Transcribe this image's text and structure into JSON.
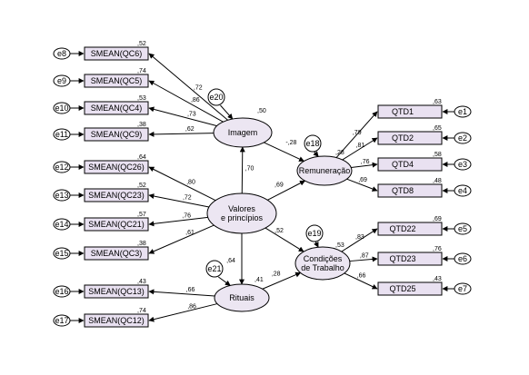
{
  "colors": {
    "box_fill": "#e9e1f1",
    "ellipse_fill": "#ece6f2",
    "stroke": "#000000",
    "background": "#ffffff"
  },
  "latents": [
    {
      "id": "imagem",
      "label_lines": [
        "Imagem"
      ],
      "r2": ",50"
    },
    {
      "id": "valores",
      "label_lines": [
        "Valores",
        "e princípios"
      ],
      "r2": ""
    },
    {
      "id": "remuneracao",
      "label_lines": [
        "Remuneração"
      ],
      "r2": ",28"
    },
    {
      "id": "condicoes",
      "label_lines": [
        "Condições",
        "de Trabalho"
      ],
      "r2": ",53"
    },
    {
      "id": "rituais",
      "label_lines": [
        "Rituais"
      ],
      "r2": ",41"
    }
  ],
  "left_indicators": [
    {
      "box": "SMEAN(QC6)",
      "error": "e8",
      "r2": ",52",
      "loading": ",72"
    },
    {
      "box": "SMEAN(QC5)",
      "error": "e9",
      "r2": ",74",
      "loading": ",86"
    },
    {
      "box": "SMEAN(QC4)",
      "error": "e10",
      "r2": ",53",
      "loading": ",73"
    },
    {
      "box": "SMEAN(QC9)",
      "error": "e11",
      "r2": ",38",
      "loading": ",62"
    },
    {
      "box": "SMEAN(QC26)",
      "error": "e12",
      "r2": ",64",
      "loading": ",80"
    },
    {
      "box": "SMEAN(QC23)",
      "error": "e13",
      "r2": ",52",
      "loading": ",72"
    },
    {
      "box": "SMEAN(QC21)",
      "error": "e14",
      "r2": ",57",
      "loading": ",76"
    },
    {
      "box": "SMEAN(QC3)",
      "error": "e15",
      "r2": ",38",
      "loading": ",61"
    },
    {
      "box": "SMEAN(QC13)",
      "error": "e16",
      "r2": ",43",
      "loading": ",66"
    },
    {
      "box": "SMEAN(QC12)",
      "error": "e17",
      "r2": ",74",
      "loading": ",86"
    }
  ],
  "right_indicators": [
    {
      "box": "QTD1",
      "error": "e1",
      "r2": ",63",
      "loading": ",79"
    },
    {
      "box": "QTD2",
      "error": "e2",
      "r2": ",65",
      "loading": ",81"
    },
    {
      "box": "QTD4",
      "error": "e3",
      "r2": ",58",
      "loading": ",76"
    },
    {
      "box": "QTD8",
      "error": "e4",
      "r2": ",48",
      "loading": ",69"
    },
    {
      "box": "QTD22",
      "error": "e5",
      "r2": ",69",
      "loading": ",83"
    },
    {
      "box": "QTD23",
      "error": "e6",
      "r2": ",76",
      "loading": ",87"
    },
    {
      "box": "QTD25",
      "error": "e7",
      "r2": ",43",
      "loading": ",66"
    }
  ],
  "disturbances": [
    {
      "id": "e20",
      "target": "imagem"
    },
    {
      "id": "e18",
      "target": "remuneracao"
    },
    {
      "id": "e19",
      "target": "condicoes"
    },
    {
      "id": "e21",
      "target": "rituais"
    }
  ],
  "structural_paths": [
    {
      "from": "valores",
      "to": "imagem",
      "coef": ",70"
    },
    {
      "from": "valores",
      "to": "remuneracao",
      "coef": ",69"
    },
    {
      "from": "valores",
      "to": "condicoes",
      "coef": ",52"
    },
    {
      "from": "valores",
      "to": "rituais",
      "coef": ",64"
    },
    {
      "from": "imagem",
      "to": "remuneracao",
      "coef": "-,28"
    },
    {
      "from": "rituais",
      "to": "condicoes",
      "coef": ",28"
    }
  ]
}
